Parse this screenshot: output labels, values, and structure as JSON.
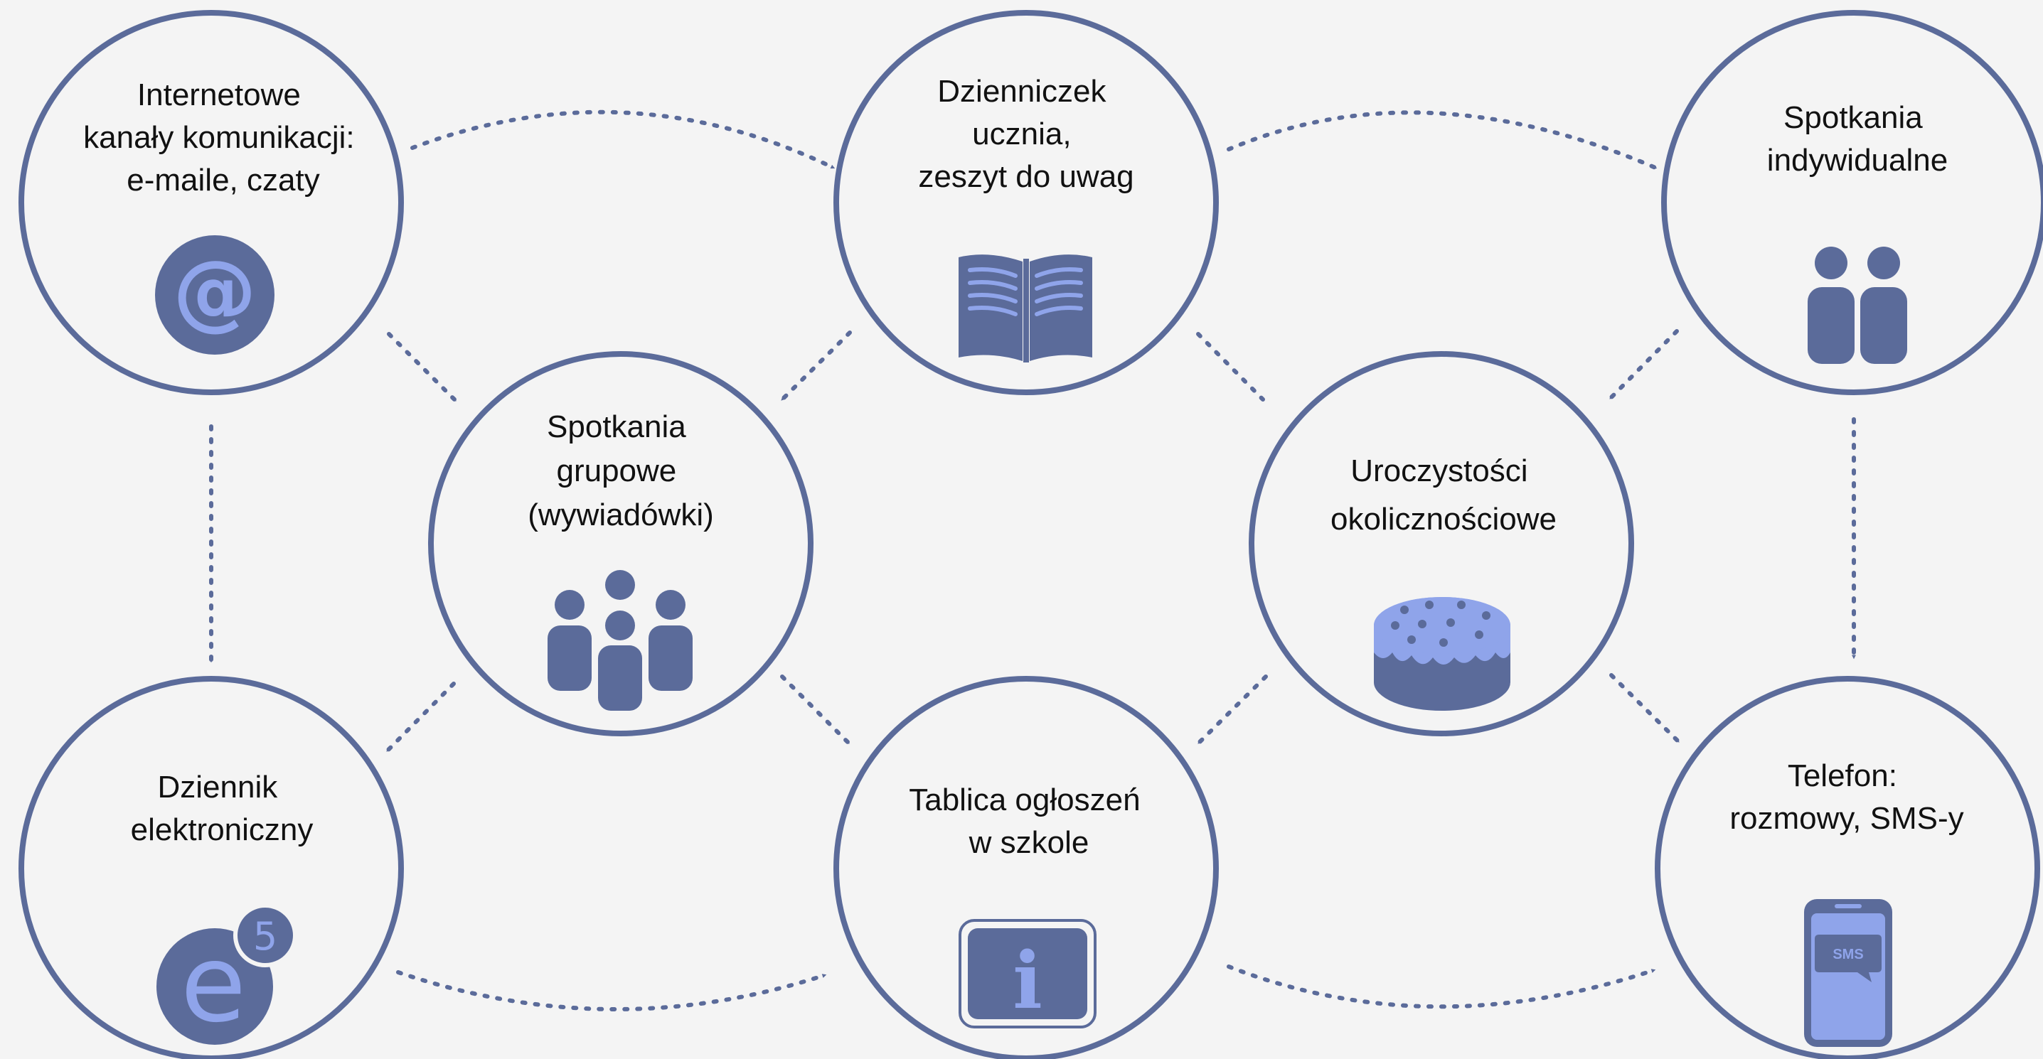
{
  "colors": {
    "background": "#f4f4f4",
    "ring": "#5b6b9a",
    "icon_dark": "#5b6b9a",
    "icon_light": "#8fa4ea",
    "text": "#111111"
  },
  "nodes": [
    {
      "id": "email",
      "icon": "at-sign-icon",
      "lines": [
        "Internetowe",
        "kanały komunikacji:",
        "e-maile, czaty"
      ]
    },
    {
      "id": "notebook",
      "icon": "open-book-icon",
      "lines": [
        "Dzienniczek",
        "ucznia,",
        "zeszyt do uwag"
      ]
    },
    {
      "id": "individual",
      "icon": "two-people-icon",
      "lines": [
        "Spotkania",
        "indywidualne"
      ]
    },
    {
      "id": "group",
      "icon": "group-people-icon",
      "lines": [
        "Spotkania",
        "grupowe",
        "(wywiadówki)"
      ]
    },
    {
      "id": "celebrations",
      "icon": "cake-icon",
      "lines": [
        "Uroczystości",
        "okolicznościowe"
      ]
    },
    {
      "id": "ediary",
      "icon": "e5-logo-icon",
      "lines": [
        "Dziennik",
        "elektroniczny"
      ],
      "badge": "5"
    },
    {
      "id": "board",
      "icon": "info-icon",
      "lines": [
        "Tablica ogłoszeń",
        "w szkole"
      ],
      "badge": "i"
    },
    {
      "id": "phone",
      "icon": "smartphone-sms-icon",
      "lines": [
        "Telefon:",
        "rozmowy, SMS-y"
      ],
      "badge": "SMS"
    }
  ]
}
